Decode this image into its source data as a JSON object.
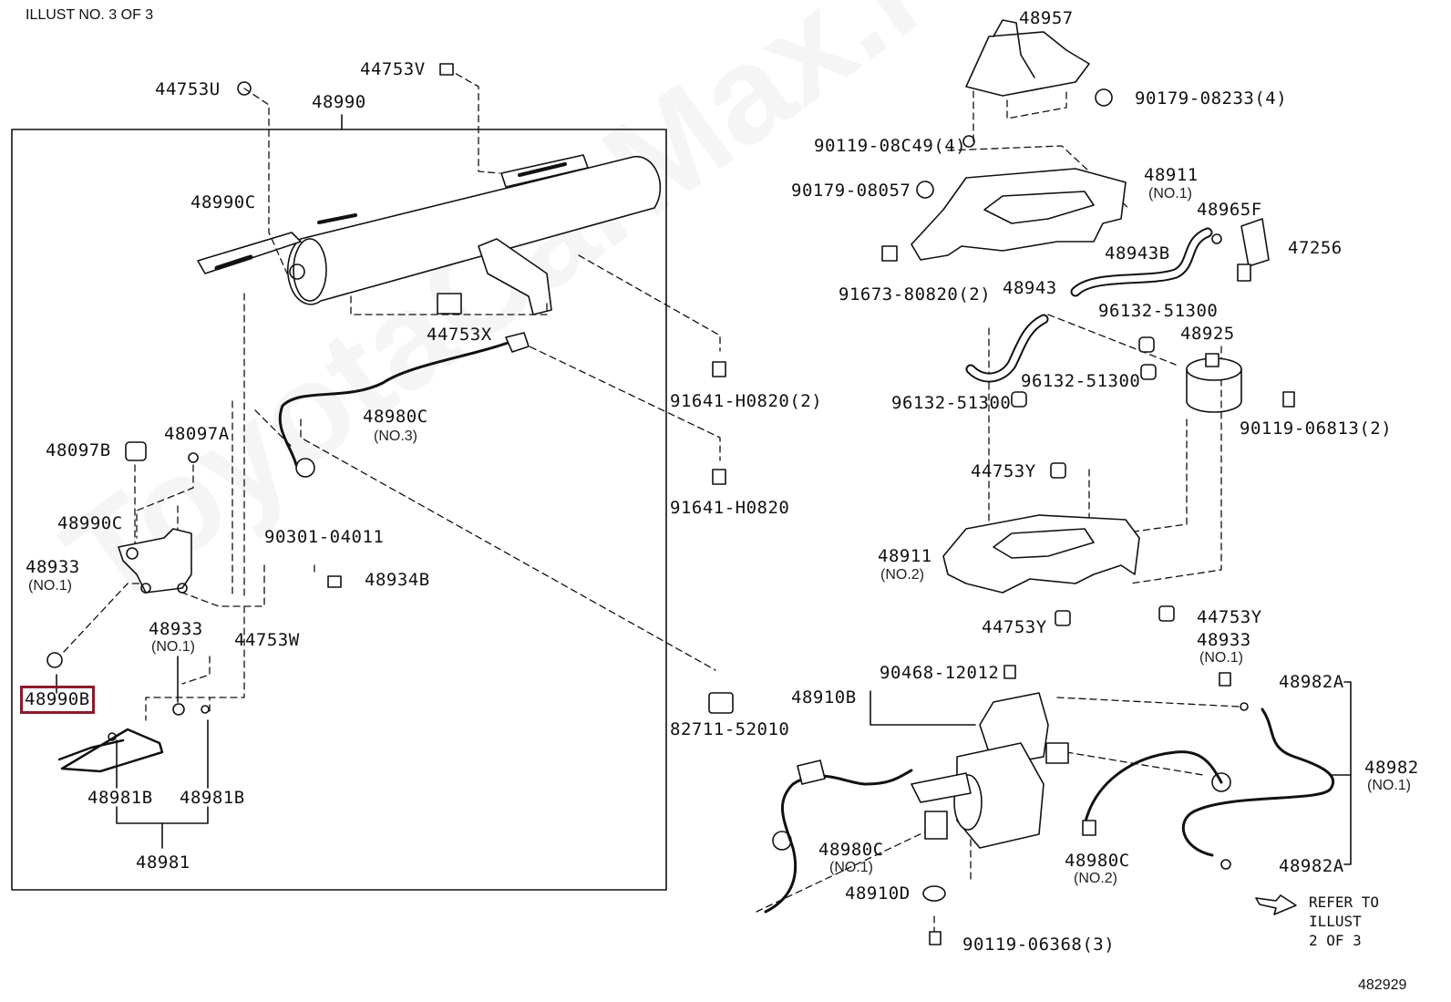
{
  "header": {
    "title": "ILLUST NO. 3 OF 3",
    "figure_number": "482929"
  },
  "watermark": "ToyotaCarMax.ru",
  "highlight_color": "#8b1a2c",
  "refer": {
    "line1": "REFER TO",
    "line2": "ILLUST",
    "line3": "2 OF 3"
  },
  "labels": {
    "p44753U": "44753U",
    "p44753V": "44753V",
    "p48990": "48990",
    "p48990C_a": "48990C",
    "p44753X": "44753X",
    "p48980C_no3": "48980C",
    "p48980C_no3_sub": "(NO.3)",
    "p91641H0820_2": "91641-H0820(2)",
    "p91641H0820": "91641-H0820",
    "p48097B": "48097B",
    "p48097A": "48097A",
    "p48990C_b": "48990C",
    "p48933_a": "48933",
    "p48933_a_sub": "(NO.1)",
    "p9030104011": "90301-04011",
    "p48934B": "48934B",
    "p48933_b": "48933",
    "p48933_b_sub": "(NO.1)",
    "p44753W": "44753W",
    "p48990B": "48990B",
    "p8271152010": "82711-52010",
    "p48981B_a": "48981B",
    "p48981B_b": "48981B",
    "p48981": "48981",
    "p48957": "48957",
    "p9017908233": "90179-08233(4)",
    "p9011908C49": "90119-08C49(4)",
    "p9017908057": "90179-08057",
    "p48911_no1": "48911",
    "p48911_no1_sub": "(NO.1)",
    "p48965F": "48965F",
    "p47256": "47256",
    "p48943B": "48943B",
    "p9167380820": "91673-80820(2)",
    "p48943": "48943",
    "p9613251300_a": "96132-51300",
    "p48925": "48925",
    "p9613251300_b": "96132-51300",
    "p9613251300_c": "96132-51300",
    "p9011906813": "90119-06813(2)",
    "p44753Y_a": "44753Y",
    "p48911_no2": "48911",
    "p48911_no2_sub": "(NO.2)",
    "p44753Y_b": "44753Y",
    "p44753Y_c": "44753Y",
    "p48933_c": "48933",
    "p48933_c_sub": "(NO.1)",
    "p9046812012": "90468-12012",
    "p48910B": "48910B",
    "p48982A_a": "48982A",
    "p48982": "48982",
    "p48982_sub": "(NO.1)",
    "p48980C_no1": "48980C",
    "p48980C_no1_sub": "(NO.1)",
    "p48980C_no2": "48980C",
    "p48980C_no2_sub": "(NO.2)",
    "p48910D": "48910D",
    "p48982A_b": "48982A",
    "p9011906368": "90119-06368(3)"
  }
}
